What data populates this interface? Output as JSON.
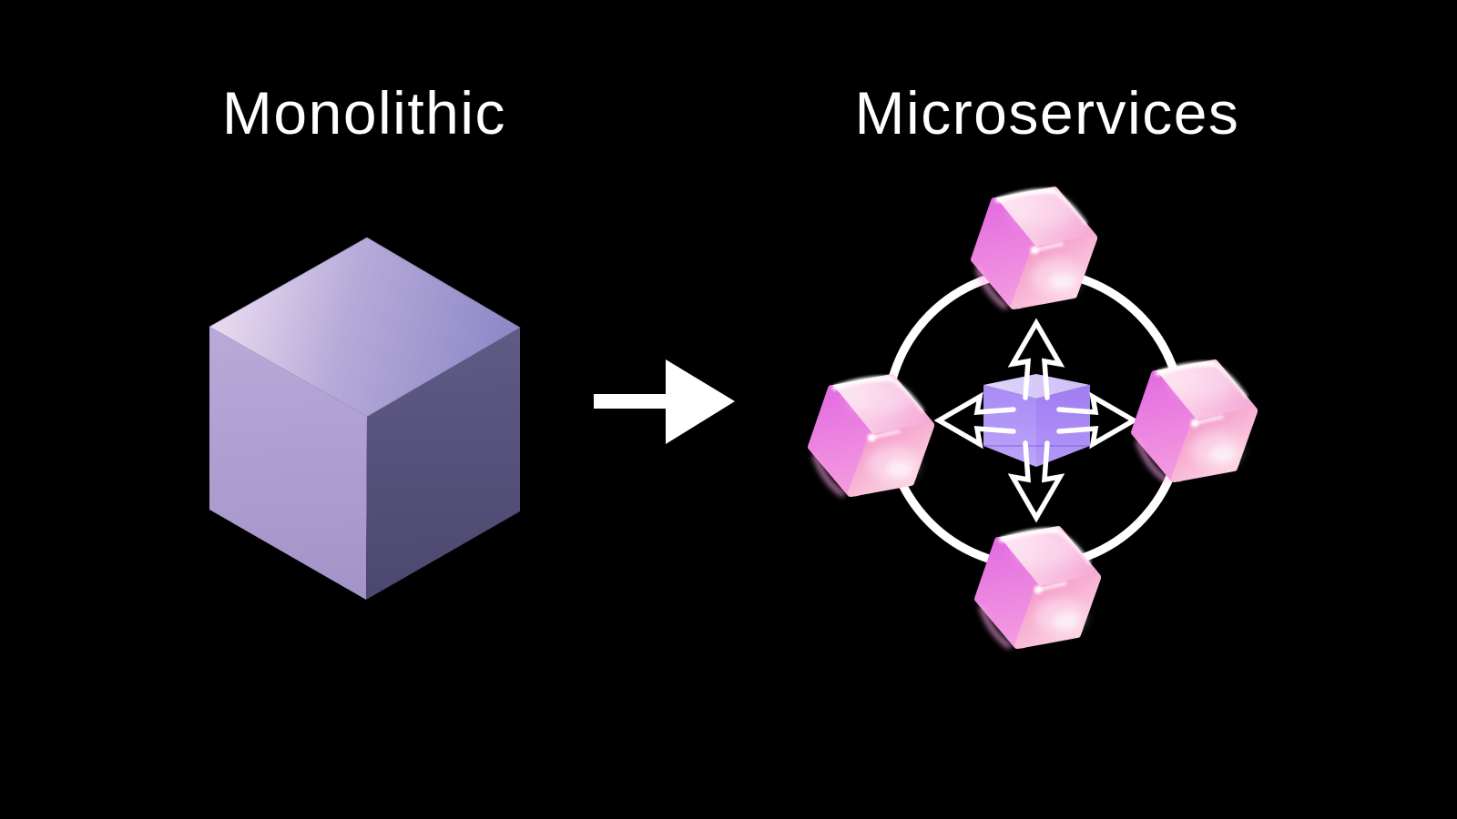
{
  "titles": {
    "left": "Monolithic",
    "right": "Microservices"
  },
  "diagram": {
    "service_cube_count": 4,
    "expand_arrow_count": 4
  },
  "colors": {
    "background": "#000000",
    "title_text": "#ffffff",
    "transform_arrow": "#ffffff",
    "ring": "#ffffff",
    "expand_arrow": "#ffffff",
    "mono_top_light": "#ecdcf1",
    "mono_top_mid": "#b6aad8",
    "mono_top_dark": "#8a85c6",
    "mono_left_top": "#b7a9d8",
    "mono_left_bottom": "#a493c8",
    "mono_right_top": "#5f5b86",
    "mono_right_bottom": "#4b476e",
    "mono_edge": "#8f88b8",
    "core_top_light": "#e0d6fb",
    "core_top_dark": "#cdbdf6",
    "core_left_top": "#a88af5",
    "core_left_bottom": "#bda4f9",
    "core_right_top": "#a07cf2",
    "core_right_bottom": "#b298f7",
    "core_seam": "#7a5ad0",
    "service_base_magenta": "#ea79e3",
    "service_base_pink": "#fbc4da",
    "service_top_light": "#feeaf4",
    "service_top_deep": "#f5a9d6",
    "service_left_magenta": "#e46fe0",
    "service_left_pink": "#f59ce0",
    "service_right_top": "#f49cc9",
    "service_right_light": "#fdd8e5",
    "service_rim_light": "#fca4e6",
    "specular": "#ffffff"
  }
}
